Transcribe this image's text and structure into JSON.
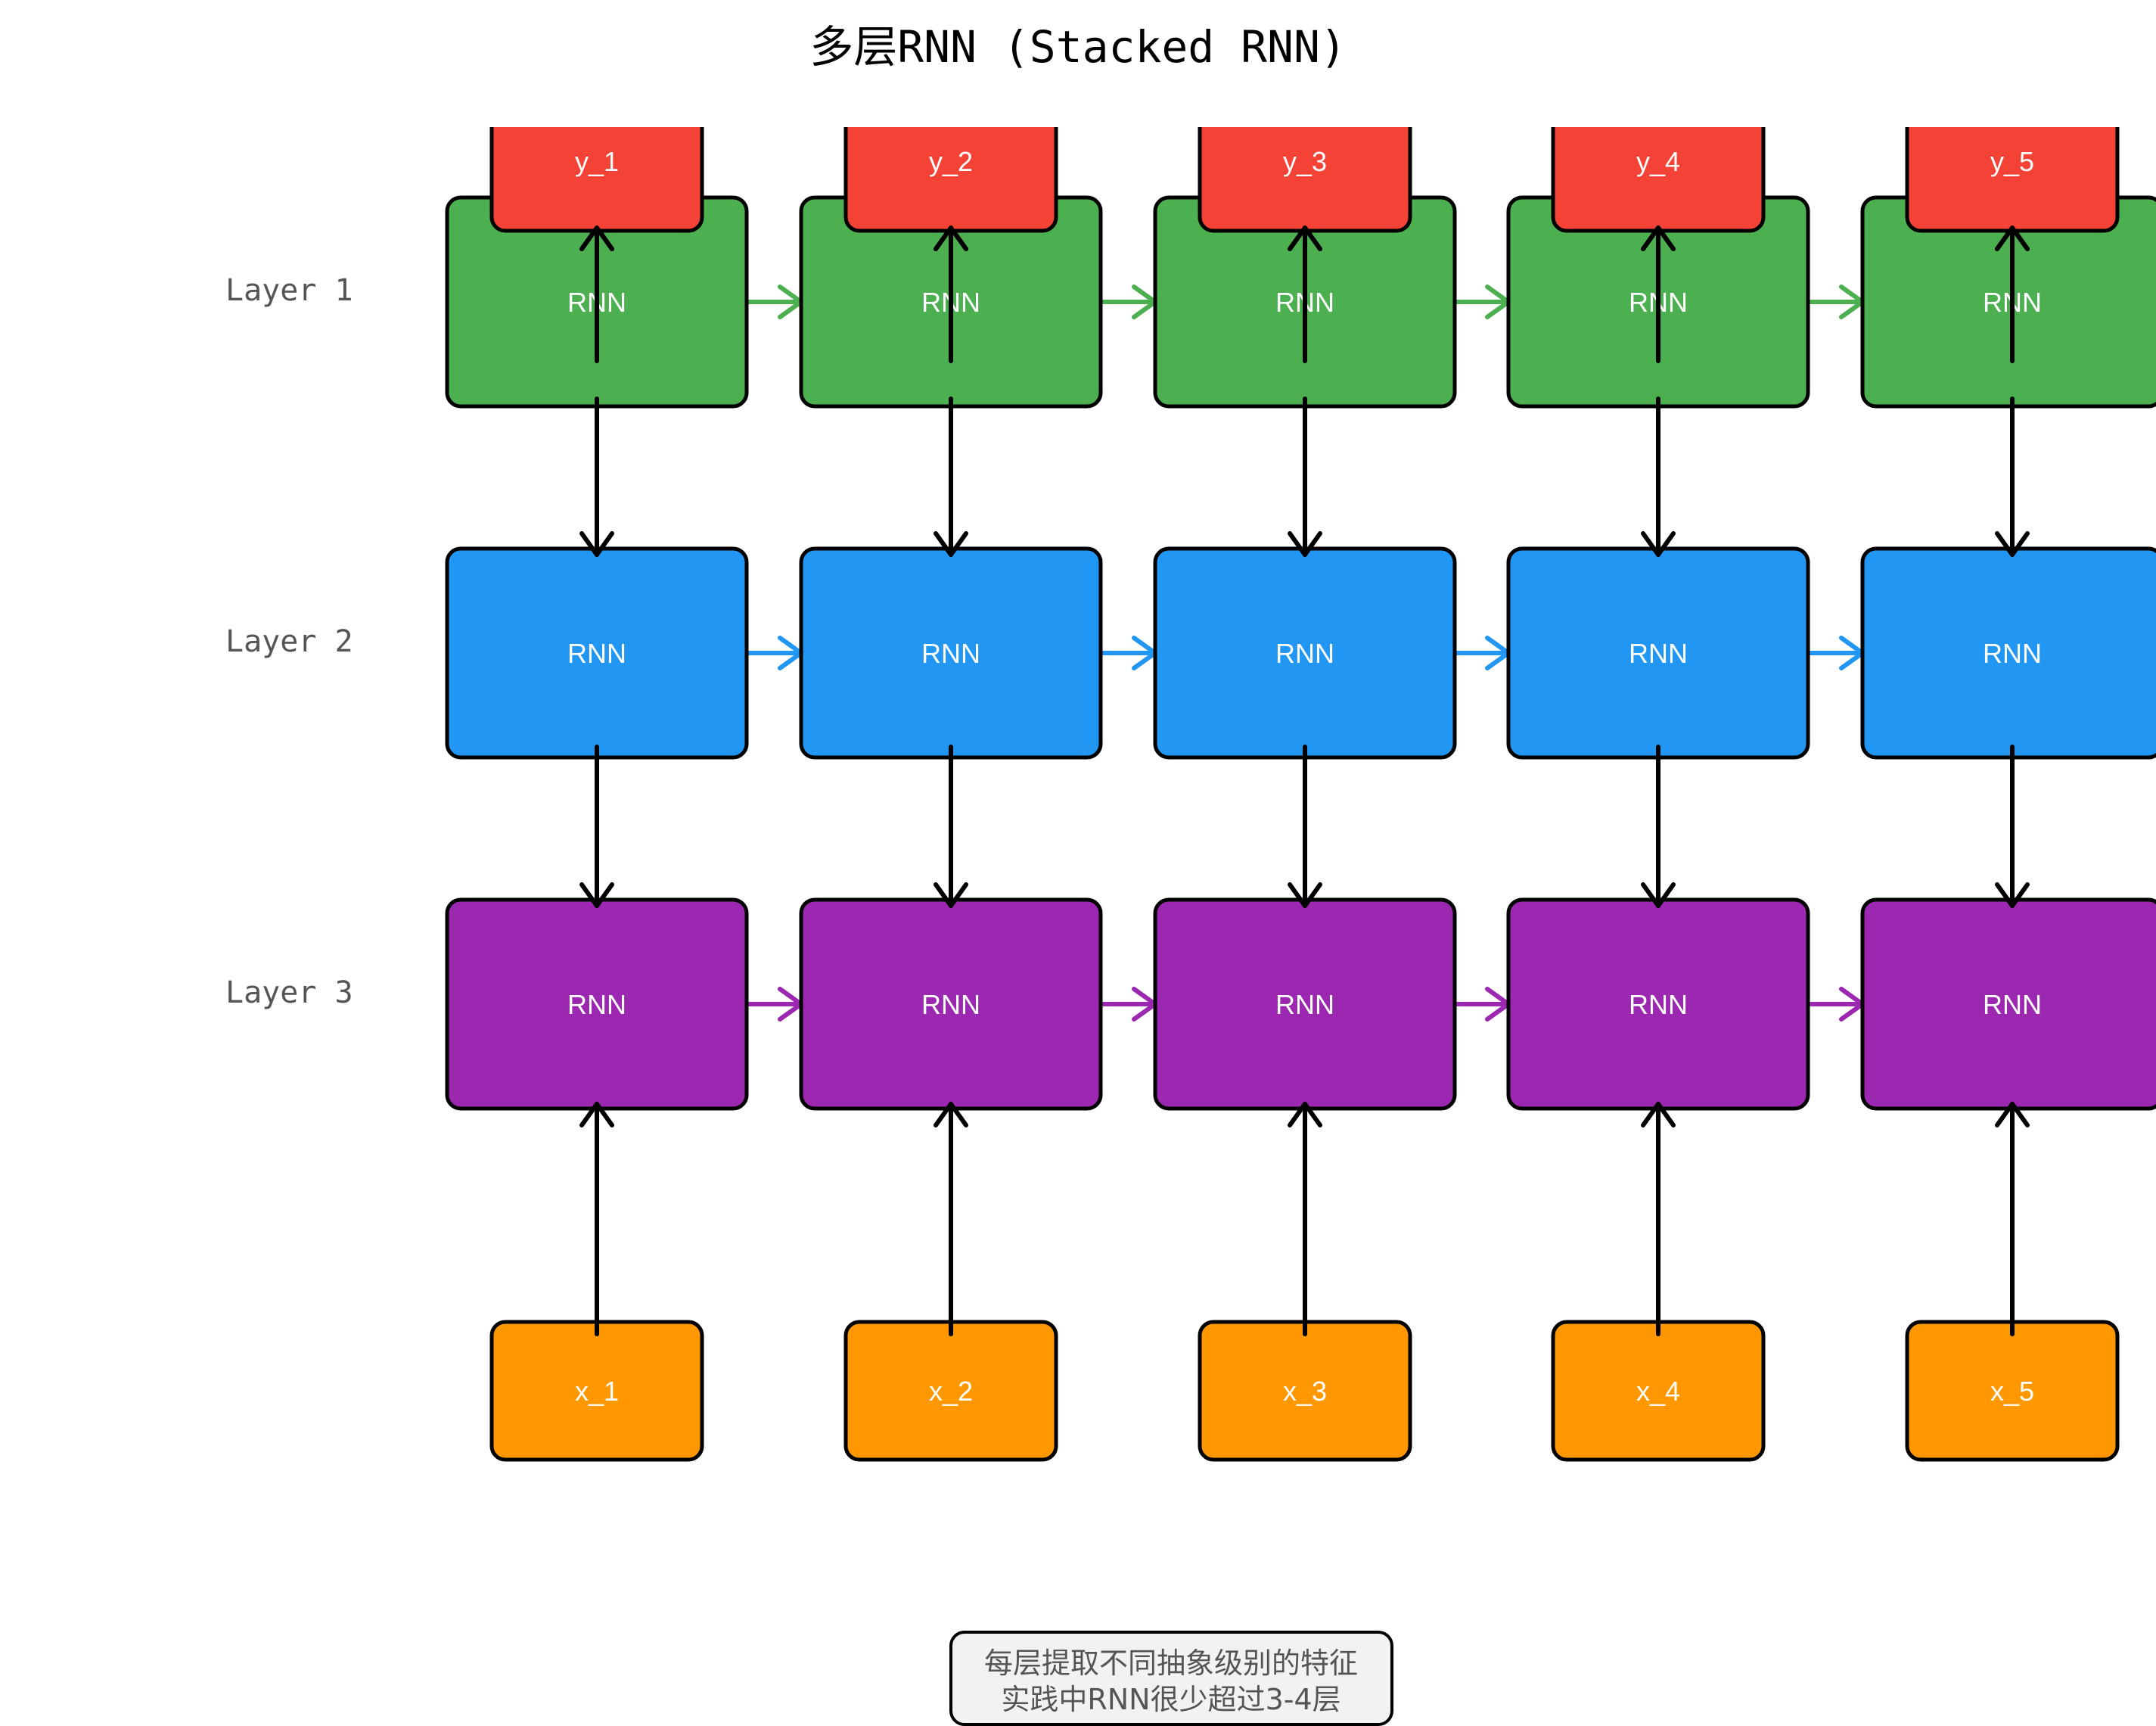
{
  "title": "多层RNN (Stacked RNN)",
  "layers": [
    {
      "label": "Layer 1",
      "cell_label": "RNN",
      "color": "#4CAF50"
    },
    {
      "label": "Layer 2",
      "cell_label": "RNN",
      "color": "#2196F3"
    },
    {
      "label": "Layer 3",
      "cell_label": "RNN",
      "color": "#9C27B0"
    }
  ],
  "outputs": {
    "labels": [
      "y_1",
      "y_2",
      "y_3",
      "y_4",
      "y_5"
    ],
    "color": "#F44336"
  },
  "inputs": {
    "labels": [
      "x_1",
      "x_2",
      "x_3",
      "x_4",
      "x_5"
    ],
    "color": "#FF9800"
  },
  "timesteps": 5,
  "note": {
    "lines": [
      "每层提取不同抽象级别的特征",
      "实践中RNN很少超过3-4层"
    ],
    "background": "#F2F2F2"
  }
}
